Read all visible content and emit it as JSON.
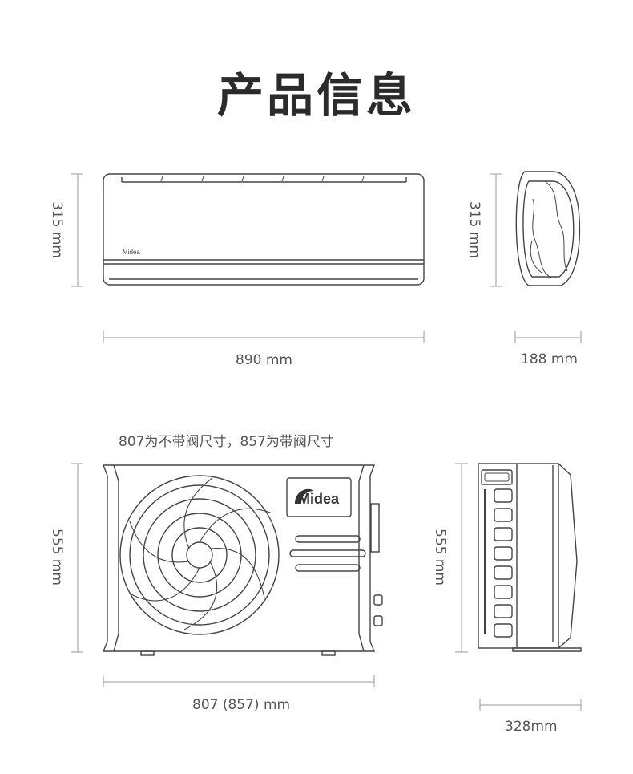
{
  "title": "产品信息",
  "indoor_unit": {
    "brand": "Midea",
    "height_label": "315 mm",
    "width_label": "890 mm",
    "side_height_label": "315 mm",
    "depth_label": "188 mm"
  },
  "outdoor_unit": {
    "note": "807为不带阀尺寸，857为带阀尺寸",
    "brand": "Midea",
    "height_label": "555 mm",
    "width_label": "807 (857) mm",
    "side_height_label": "555 mm",
    "depth_label": "328mm"
  },
  "colors": {
    "line": "#444444",
    "dim_line": "#888888",
    "text": "#555555"
  }
}
